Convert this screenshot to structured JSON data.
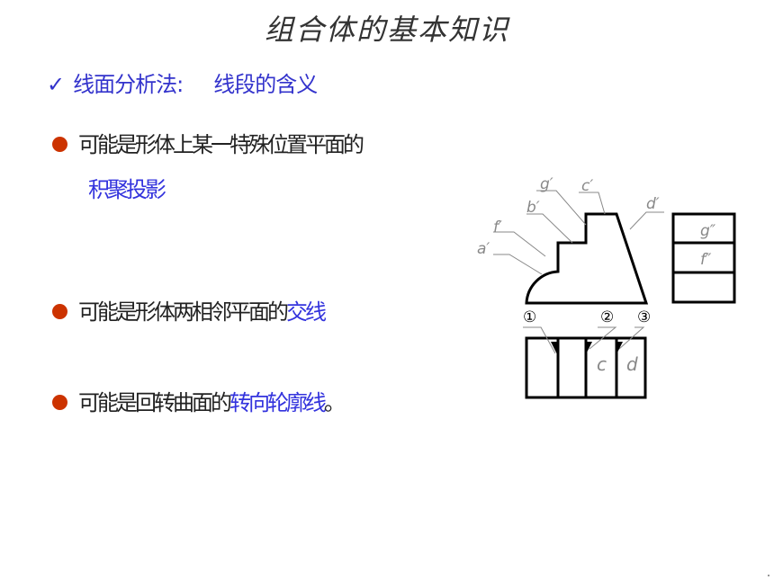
{
  "title": "组合体的基本知识",
  "subhead": {
    "check": "✓",
    "label": "线面分析法:",
    "topic": "线段的含义"
  },
  "bullets": [
    {
      "text": "可能是形体上某一特殊位置平面的",
      "highlight": ""
    },
    {
      "text": "可能是形体两相邻平面的",
      "highlight": "交线",
      "suffix": ""
    },
    {
      "text": "可能是回转曲面的",
      "highlight": "转向轮廓线",
      "suffix": "。"
    }
  ],
  "bullet1_continuation": "积聚投影",
  "drawing": {
    "front_labels": [
      "g′",
      "c′",
      "b′",
      "d′",
      "f′",
      "a′"
    ],
    "side_labels": [
      "g″",
      "f″"
    ],
    "top_labels": [
      "c",
      "d"
    ],
    "circled_numbers": [
      "①",
      "②",
      "③"
    ],
    "line_color": "#000000",
    "leader_color": "#888888"
  },
  "colors": {
    "title": "#333333",
    "accent_blue": "#3333dd",
    "bullet_red": "#cc3300"
  }
}
